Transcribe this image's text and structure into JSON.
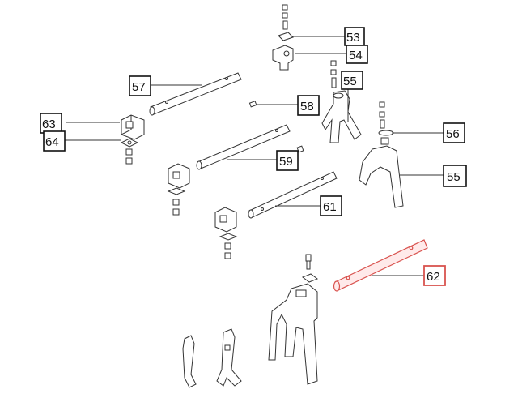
{
  "callouts": [
    {
      "id": "c53",
      "label": "53",
      "highlighted": false
    },
    {
      "id": "c54",
      "label": "54",
      "highlighted": false
    },
    {
      "id": "c55a",
      "label": "55",
      "highlighted": false
    },
    {
      "id": "c56",
      "label": "56",
      "highlighted": false
    },
    {
      "id": "c55b",
      "label": "55",
      "highlighted": false
    },
    {
      "id": "c57",
      "label": "57",
      "highlighted": false
    },
    {
      "id": "c58",
      "label": "58",
      "highlighted": false
    },
    {
      "id": "c59",
      "label": "59",
      "highlighted": false
    },
    {
      "id": "c61",
      "label": "61",
      "highlighted": false
    },
    {
      "id": "c62",
      "label": "62",
      "highlighted": true
    },
    {
      "id": "c63",
      "label": "63",
      "highlighted": false
    },
    {
      "id": "c64",
      "label": "64",
      "highlighted": false
    }
  ],
  "colors": {
    "line": "#333333",
    "box": "#111111",
    "highlight": "#d9534f",
    "highlight_fill": "#ffeaea"
  }
}
